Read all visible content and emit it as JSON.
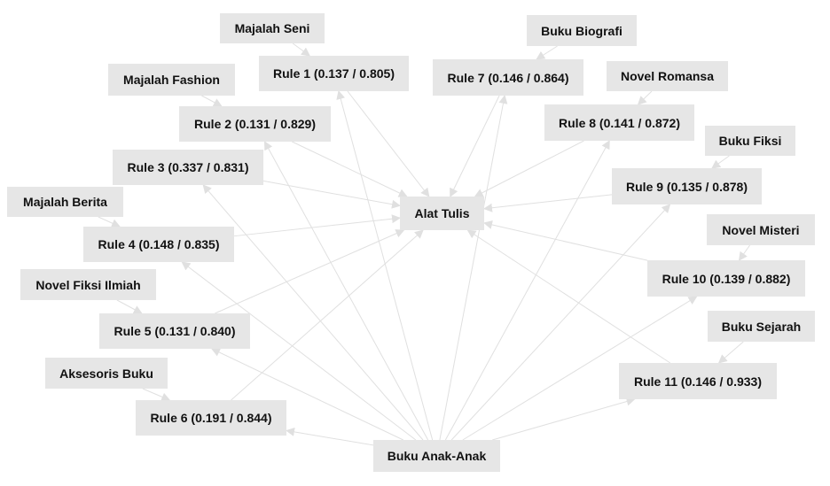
{
  "nodes": {
    "majalah_seni": "Majalah Seni",
    "majalah_fashion": "Majalah Fashion",
    "majalah_berita": "Majalah Berita",
    "novel_fiksi_ilmiah": "Novel Fiksi Ilmiah",
    "aksesoris_buku": "Aksesoris Buku",
    "buku_biografi": "Buku Biografi",
    "novel_romansa": "Novel Romansa",
    "buku_fiksi": "Buku Fiksi",
    "novel_misteri": "Novel Misteri",
    "buku_sejarah": "Buku Sejarah",
    "alat_tulis": "Alat Tulis",
    "buku_anak_anak": "Buku Anak-Anak",
    "rule1": "Rule 1 (0.137 / 0.805)",
    "rule2": "Rule 2 (0.131 / 0.829)",
    "rule3": "Rule 3 (0.337 / 0.831)",
    "rule4": "Rule 4 (0.148 / 0.835)",
    "rule5": "Rule 5 (0.131 / 0.840)",
    "rule6": "Rule 6 (0.191 / 0.844)",
    "rule7": "Rule 7 (0.146 / 0.864)",
    "rule8": "Rule 8 (0.141 / 0.872)",
    "rule9": "Rule 9 (0.135 / 0.878)",
    "rule10": "Rule 10 (0.139 / 0.882)",
    "rule11": "Rule 11 (0.146 / 0.933)"
  },
  "rules": [
    {
      "rule": "rule1",
      "premises": [
        "majalah_seni",
        "buku_anak_anak"
      ],
      "conclusion": "alat_tulis"
    },
    {
      "rule": "rule2",
      "premises": [
        "majalah_fashion",
        "buku_anak_anak"
      ],
      "conclusion": "alat_tulis"
    },
    {
      "rule": "rule3",
      "premises": [
        "buku_anak_anak"
      ],
      "conclusion": "alat_tulis"
    },
    {
      "rule": "rule4",
      "premises": [
        "majalah_berita",
        "buku_anak_anak"
      ],
      "conclusion": "alat_tulis"
    },
    {
      "rule": "rule5",
      "premises": [
        "novel_fiksi_ilmiah",
        "buku_anak_anak"
      ],
      "conclusion": "alat_tulis"
    },
    {
      "rule": "rule6",
      "premises": [
        "aksesoris_buku",
        "buku_anak_anak"
      ],
      "conclusion": "alat_tulis"
    },
    {
      "rule": "rule7",
      "premises": [
        "buku_biografi",
        "buku_anak_anak"
      ],
      "conclusion": "alat_tulis"
    },
    {
      "rule": "rule8",
      "premises": [
        "novel_romansa",
        "buku_anak_anak"
      ],
      "conclusion": "alat_tulis"
    },
    {
      "rule": "rule9",
      "premises": [
        "buku_fiksi",
        "buku_anak_anak"
      ],
      "conclusion": "alat_tulis"
    },
    {
      "rule": "rule10",
      "premises": [
        "novel_misteri",
        "buku_anak_anak"
      ],
      "conclusion": "alat_tulis"
    },
    {
      "rule": "rule11",
      "premises": [
        "buku_sejarah",
        "buku_anak_anak"
      ],
      "conclusion": "alat_tulis"
    }
  ],
  "colors": {
    "node_fill": "#e6e6e6",
    "edge": "#e0e0e0",
    "text": "#111111"
  }
}
